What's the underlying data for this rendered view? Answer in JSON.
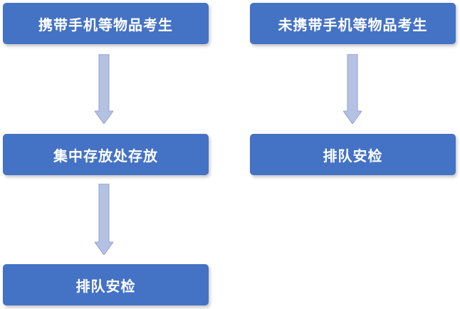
{
  "diagram": {
    "left_column": {
      "step1": "携带手机等物品考生",
      "step2": "集中存放处存放",
      "step3": "排队安检"
    },
    "right_column": {
      "step1": "未携带手机等物品考生",
      "step2": "排队安检"
    },
    "colors": {
      "box_fill": "#4472c4",
      "box_text": "#ffffff",
      "arrow_fill": "#b4c1e2",
      "arrow_stroke": "#8ea2d2"
    }
  }
}
